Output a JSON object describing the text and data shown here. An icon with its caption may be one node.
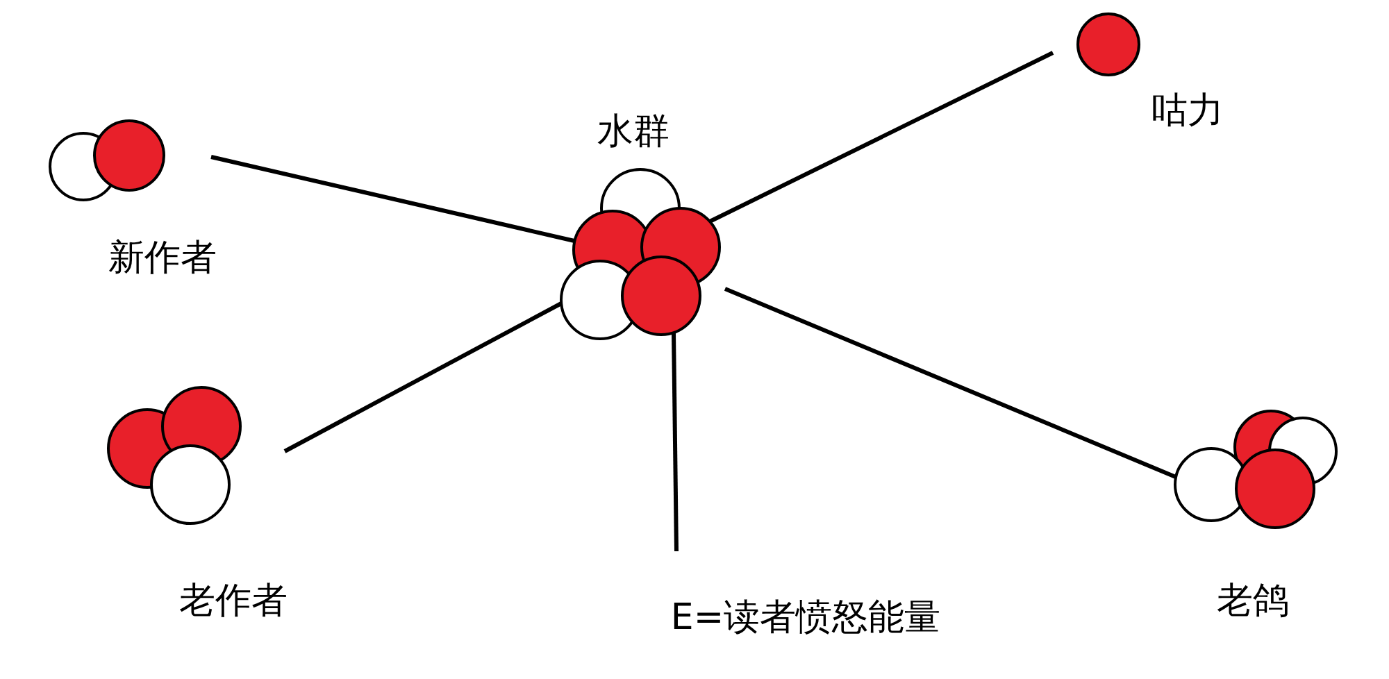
{
  "diagram": {
    "nodes": [
      {
        "text": [
          "水群"
        ]
      },
      {
        "text": [
          "新作者"
        ]
      },
      {
        "text": [
          "咕力"
        ]
      },
      {
        "text": [
          "老作者"
        ]
      },
      {
        "text": [
          "E=读者愤怒能量"
        ]
      },
      {
        "text": [
          "老鸽"
        ]
      }
    ],
    "edges": [
      {
        "from": 1,
        "to": 0,
        "arrow": "none"
      },
      {
        "from": 0,
        "to": 2,
        "arrow": "none"
      },
      {
        "from": 3,
        "to": 0,
        "arrow": "none"
      },
      {
        "from": 0,
        "to": 4,
        "arrow": "none"
      },
      {
        "from": 0,
        "to": 5,
        "arrow": "none"
      }
    ]
  }
}
